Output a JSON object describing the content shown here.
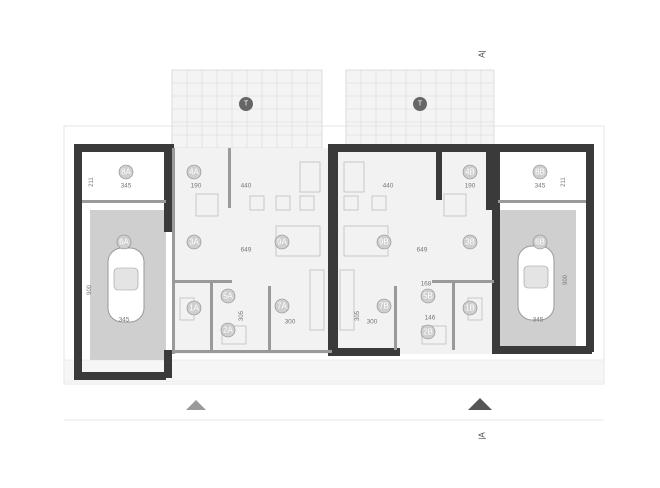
{
  "terraces": [
    {
      "id": "terrace-left",
      "label": "T"
    },
    {
      "id": "terrace-right",
      "label": "T"
    }
  ],
  "section_marks": {
    "top": "A|",
    "bottom": "|A"
  },
  "rooms": {
    "r8A": "8A",
    "r4A": "4A",
    "r6A": "6A",
    "r3A": "3A",
    "r5A": "5A",
    "r1A": "1A",
    "r2A": "2A",
    "r7A": "7A",
    "r8B": "8B",
    "r4B": "4B",
    "r6B": "6B",
    "r3B": "3B",
    "r5B": "5B",
    "r1B": "1B",
    "r2B": "2B",
    "r7B": "7B",
    "r9A": "9A",
    "r9B": "9B"
  },
  "dimensions": {
    "d211a": "211",
    "d345a": "345",
    "d190a": "190",
    "d440a": "440",
    "d649a": "649",
    "d305a": "305",
    "d300a": "300",
    "d345g_a": "345",
    "d900a": "900",
    "d440b": "440",
    "d649b": "649",
    "d190b": "190",
    "d345b": "345",
    "d211b": "211",
    "d305b": "305",
    "d300b": "300",
    "d345g_b": "345",
    "d900b": "900",
    "d168b": "168",
    "d146b": "146"
  }
}
